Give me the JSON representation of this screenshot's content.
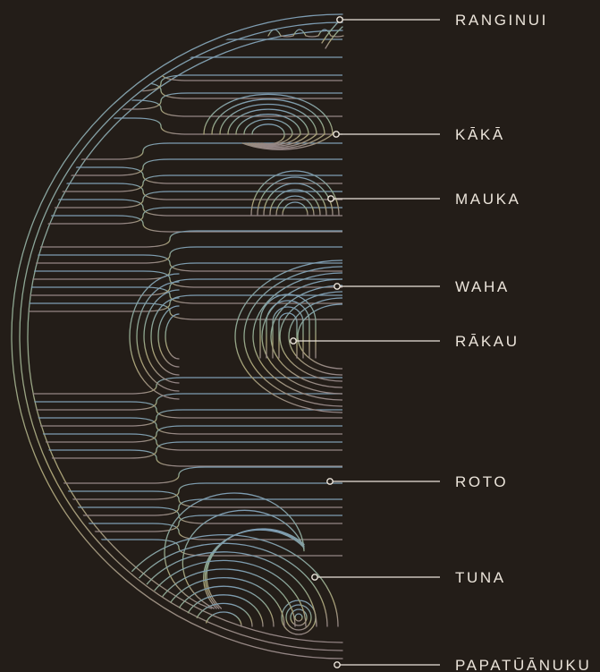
{
  "colors": {
    "background": "#231d18",
    "label": "#ebe4da",
    "art_top": "#7d9cb2",
    "art_mid": "#8fa88f",
    "art_low": "#a9a175",
    "art_bottom": "#948585"
  },
  "labels": [
    {
      "id": "ranginui",
      "text": "RANGINUI"
    },
    {
      "id": "kaka",
      "text": "KĀKĀ"
    },
    {
      "id": "mauka",
      "text": "MAUKA"
    },
    {
      "id": "waha",
      "text": "WAHA"
    },
    {
      "id": "rakau",
      "text": "RĀKAU"
    },
    {
      "id": "roto",
      "text": "ROTO"
    },
    {
      "id": "tuna",
      "text": "TUNA"
    },
    {
      "id": "papatuanuku",
      "text": "PAPATŪĀNUKU"
    }
  ]
}
